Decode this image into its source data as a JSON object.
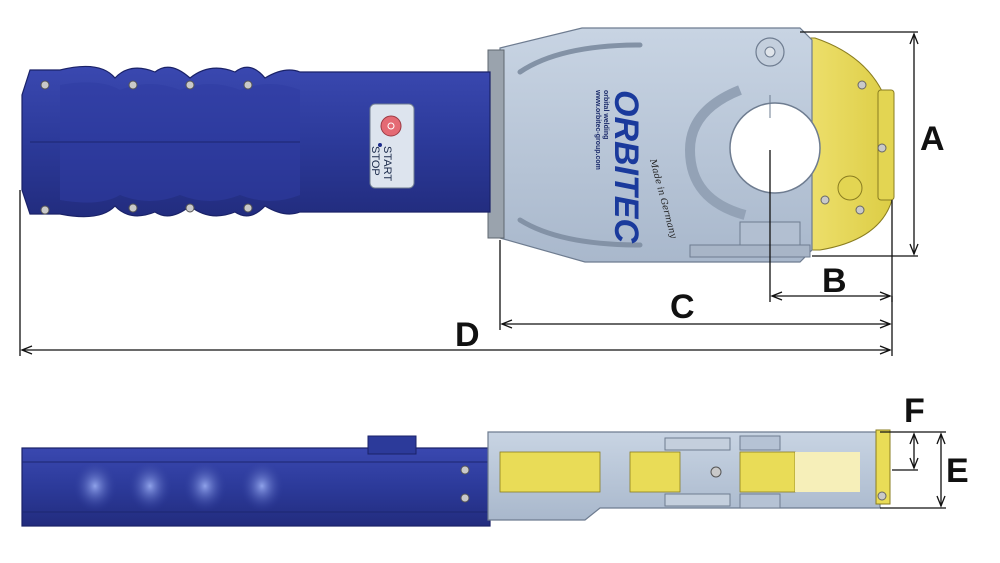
{
  "dimensions": {
    "a": "A",
    "b": "B",
    "c": "C",
    "d": "D",
    "e": "E",
    "f": "F"
  },
  "control": {
    "start": "START",
    "stop": "STOP"
  },
  "branding": {
    "logo": "ORBITEC",
    "tagline": "orbital welding",
    "website": "www.orbitec-group.com",
    "made_in": "Made in Germany"
  },
  "colors": {
    "handle_blue": "#2c3a9a",
    "head_grey": "#b9c7d9",
    "cap_yellow": "#e9dc57",
    "logo_blue": "#1a3a9c",
    "button_red": "#e46a74"
  }
}
